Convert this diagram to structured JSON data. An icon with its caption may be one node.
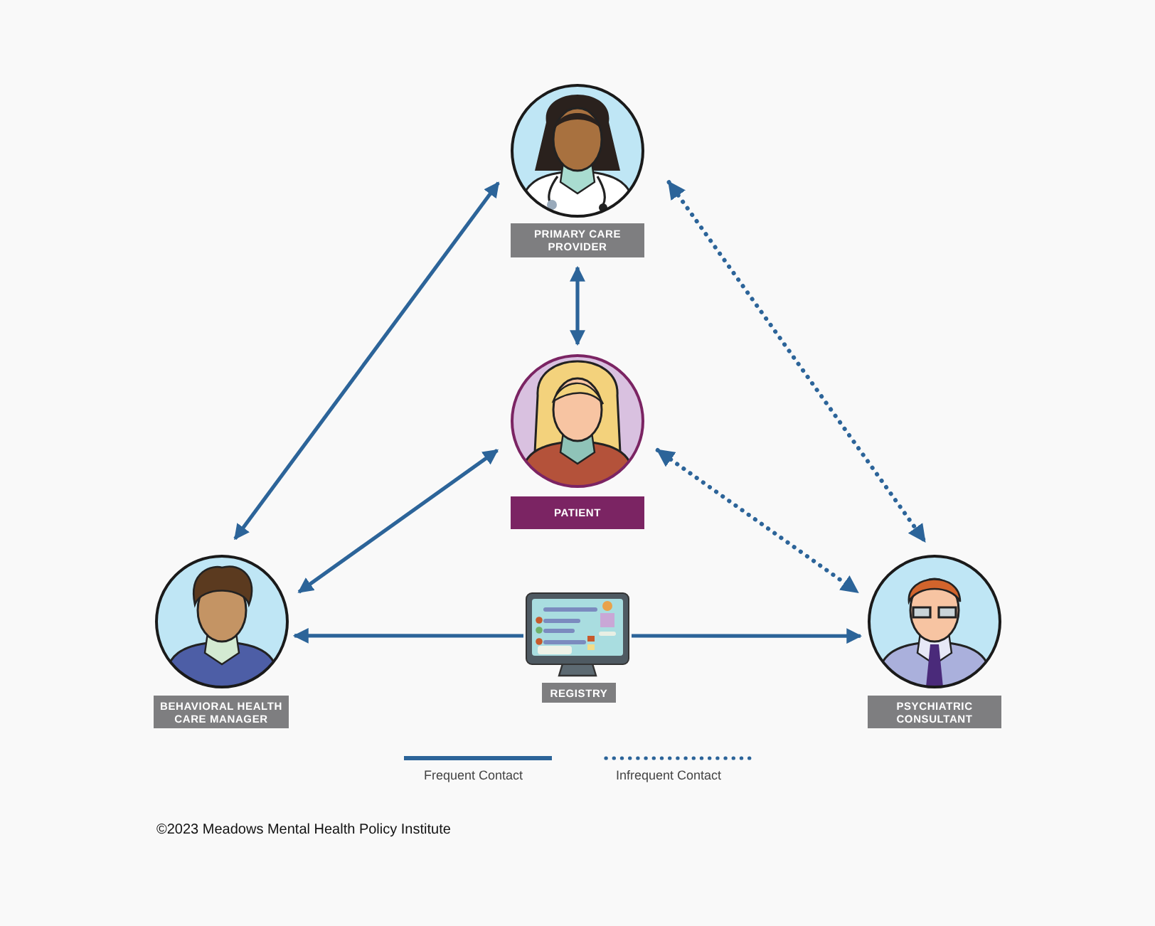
{
  "diagram": {
    "nodes": [
      {
        "text": [
          "PRIMARY CARE PROVIDER"
        ]
      },
      {
        "text": [
          "PATIENT"
        ]
      },
      {
        "text": [
          "BEHAVIORAL HEALTH CARE MANAGER"
        ]
      },
      {
        "text": [
          "REGISTRY"
        ]
      },
      {
        "text": [
          "PSYCHIATRIC CONSULTANT"
        ]
      }
    ],
    "edges": [
      {
        "from": 0,
        "to": 2,
        "arrow": "both"
      },
      {
        "from": 0,
        "to": 1,
        "arrow": "both"
      },
      {
        "from": 0,
        "to": 4,
        "arrow": "both",
        "style": "dashed"
      },
      {
        "from": 1,
        "to": 2,
        "arrow": "both"
      },
      {
        "from": 1,
        "to": 4,
        "arrow": "both",
        "style": "dashed"
      },
      {
        "from": 3,
        "to": 2,
        "arrow": "to"
      },
      {
        "from": 3,
        "to": 4,
        "arrow": "to"
      }
    ],
    "labels": [
      "©2023 Meadows Mental Health Policy Institute"
    ],
    "legend": [
      {
        "text": "Frequent Contact"
      },
      {
        "text": "Infrequent Contact"
      }
    ]
  }
}
